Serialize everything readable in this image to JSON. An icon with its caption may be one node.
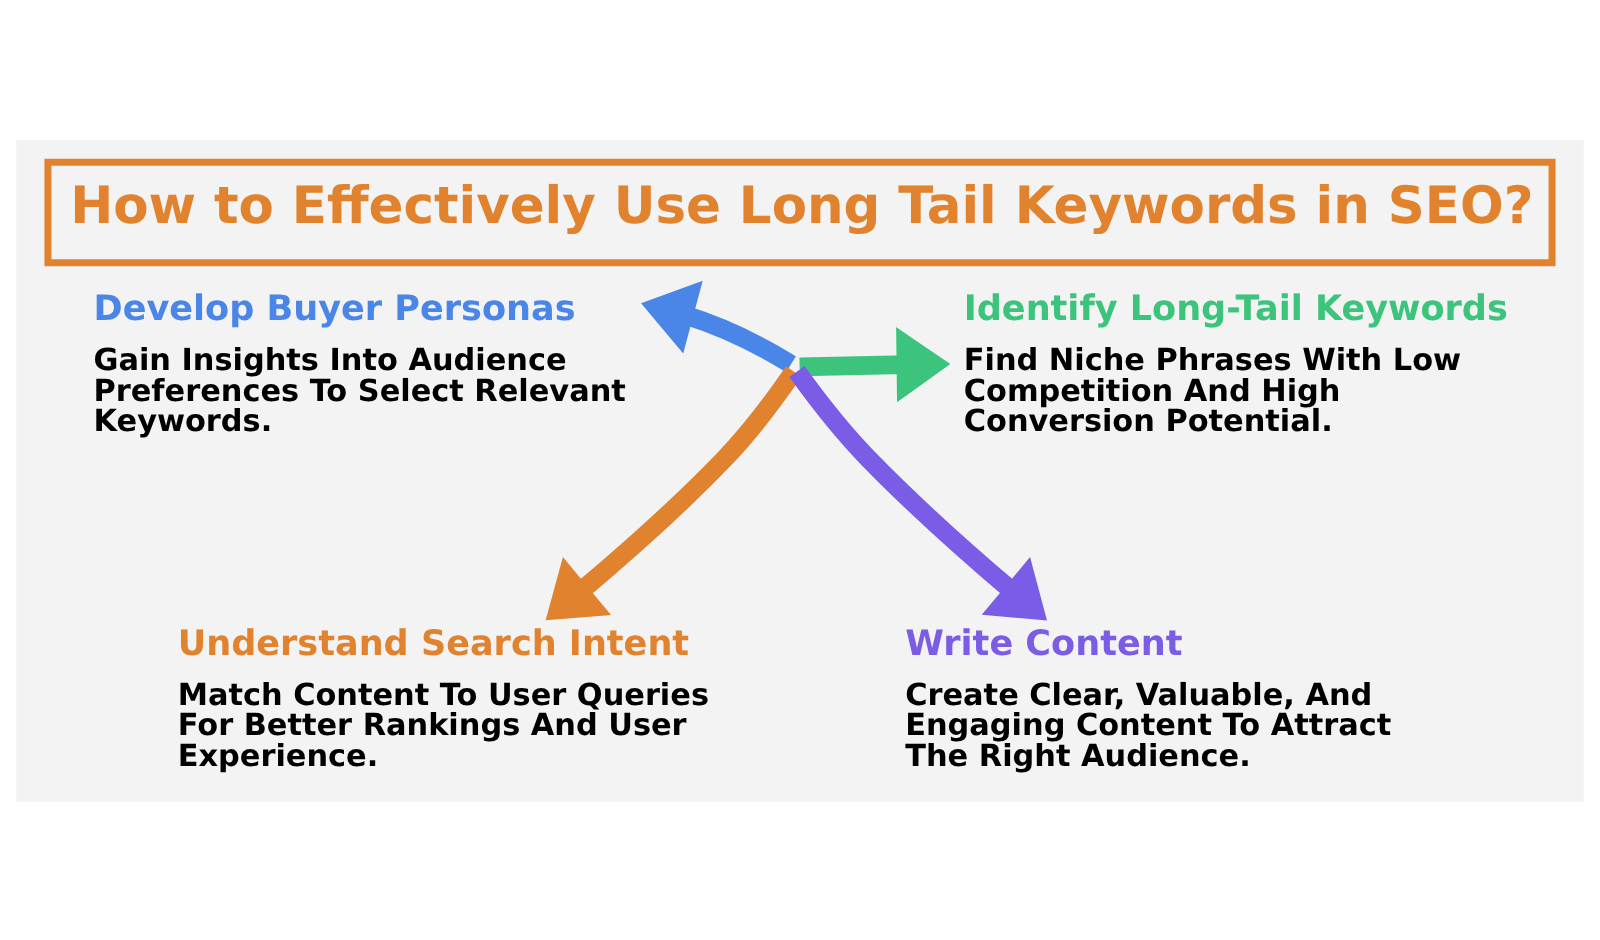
{
  "diagram": {
    "title": "How to Effectively Use Long Tail Keywords in SEO?",
    "nodes": [
      {
        "text": [
          "Develop Buyer Personas",
          "Gain Insights Into Audience Preferences To Select Relevant Keywords."
        ]
      },
      {
        "text": [
          "Identify Long-Tail Keywords",
          "Find Niche Phrases With Low Competition And High Conversion Potential."
        ]
      },
      {
        "text": [
          "Understand Search Intent",
          "Match Content To User Queries For Better Rankings And User Experience."
        ]
      },
      {
        "text": [
          "Write Content",
          "Create Clear, Valuable, And Engaging Content To Attract The Right Audience."
        ]
      }
    ],
    "edges": [
      {
        "from": null,
        "to": 0,
        "arrow": "to",
        "color": "#4a86e8"
      },
      {
        "from": null,
        "to": 2,
        "arrow": "to",
        "color": "#e0822e"
      },
      {
        "from": null,
        "to": 3,
        "arrow": "to",
        "color": "#7b5ce6"
      },
      {
        "from": null,
        "to": 1,
        "arrow": "to",
        "color": "#3cc47c"
      }
    ]
  }
}
